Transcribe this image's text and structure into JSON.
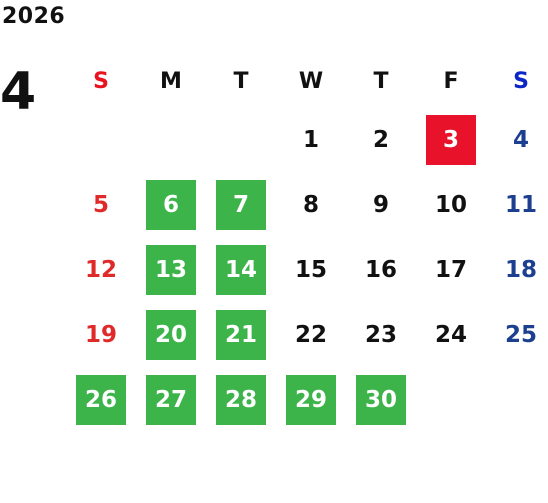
{
  "calendar": {
    "year": "2026",
    "month": "4",
    "weekdays": [
      "S",
      "M",
      "T",
      "W",
      "T",
      "F",
      "S"
    ],
    "weeks": [
      [
        "",
        "",
        "",
        "1",
        "2",
        "3",
        "4"
      ],
      [
        "5",
        "6",
        "7",
        "8",
        "9",
        "10",
        "11"
      ],
      [
        "12",
        "13",
        "14",
        "15",
        "16",
        "17",
        "18"
      ],
      [
        "19",
        "20",
        "21",
        "22",
        "23",
        "24",
        "25"
      ],
      [
        "26",
        "27",
        "28",
        "29",
        "30",
        "",
        ""
      ]
    ],
    "highlighted_green": [
      "6",
      "7",
      "13",
      "14",
      "20",
      "21",
      "26",
      "27",
      "28",
      "29",
      "30"
    ],
    "highlighted_red": [
      "3"
    ]
  },
  "colors": {
    "green": "#3cb44a",
    "red": "#e8132a",
    "sunday": "#e02a2a",
    "saturday": "#1c3f8f"
  }
}
